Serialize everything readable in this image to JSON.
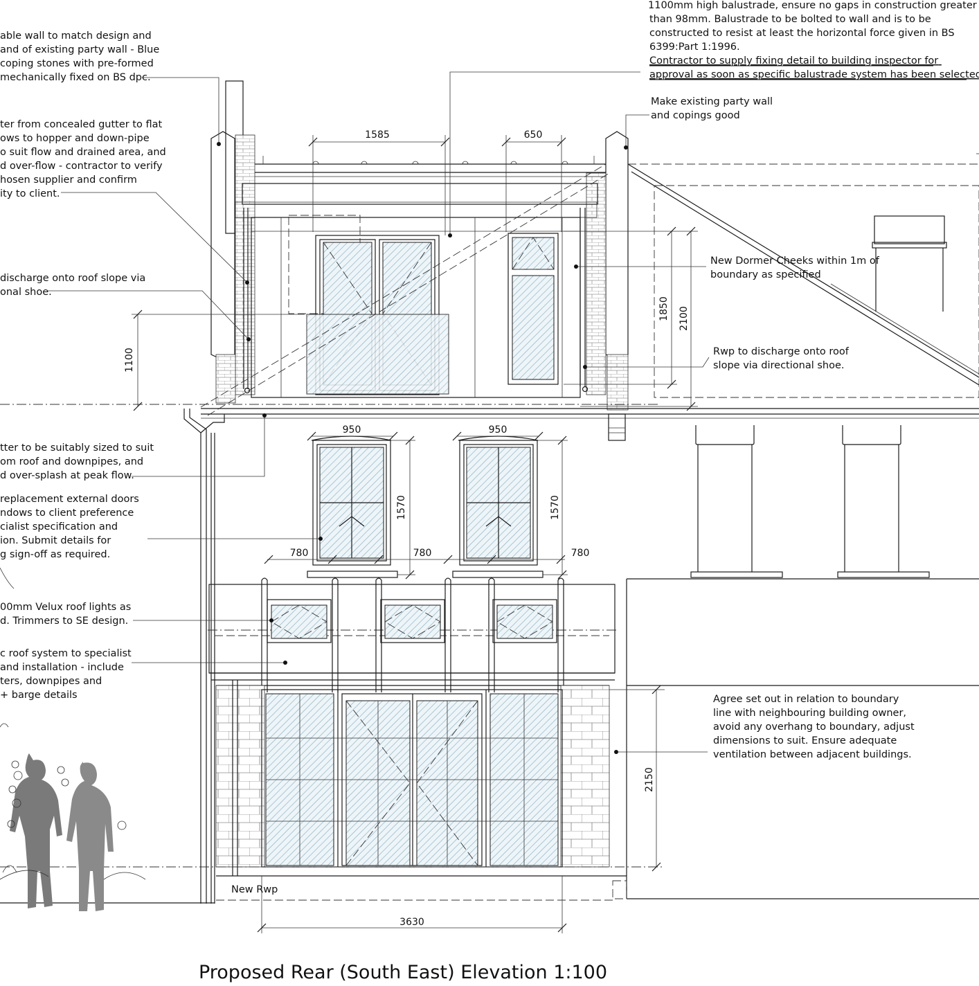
{
  "title": "Proposed Rear (South East) Elevation 1:100",
  "notes": {
    "gable_wall": [
      "able wall to match design and",
      "and of existing party wall - Blue",
      "coping stones with pre-formed",
      "mechanically fixed on BS dpc."
    ],
    "balustrade": [
      "1100mm high balustrade, ensure no gaps in construction greater",
      "than 98mm. Balustrade to be bolted to wall and is to be",
      "constructed to resist at least the horizontal force given in BS",
      "6399:Part 1:1996."
    ],
    "balustrade_contractor": [
      "Contractor to supply fixing detail to building inspector for",
      "approval as soon as specific balustrade system has been selected."
    ],
    "party_wall": [
      "Make existing party wall",
      "and copings good"
    ],
    "gutter_flat": [
      "ter from concealed gutter to flat",
      "ows to hopper and down-pipe",
      "o suit flow and drained area, and",
      "d over-flow - contractor to verify",
      "hosen supplier and confirm",
      "ity to client."
    ],
    "rwp_left": [
      "discharge onto roof slope via",
      "onal shoe."
    ],
    "dormer_cheeks": [
      "New Dormer Cheeks within 1m of",
      "boundary as specified"
    ],
    "rwp_right": [
      "Rwp to discharge onto roof",
      "slope via directional shoe."
    ],
    "gutter_sized": [
      "tter to be suitably sized to suit",
      "om roof and downpipes, and",
      "d over-splash at peak flow."
    ],
    "replacement_doors": [
      "replacement external doors",
      "ndows to client preference",
      "cialist specification and",
      "ion. Submit details for",
      "g sign-off as required."
    ],
    "velux": [
      "00mm Velux roof lights as",
      "d. Trimmers to SE design."
    ],
    "roof_system": [
      "c roof system to specialist",
      "and installation - include",
      "ters, downpipes and",
      "+ barge details"
    ],
    "boundary": [
      "Agree set out in relation to boundary",
      "line with neighbouring building owner,",
      "avoid any overhang to boundary, adjust",
      "dimensions to suit. Ensure adequate",
      "ventilation between adjacent buildings."
    ],
    "new_rwp": "New Rwp"
  },
  "dimensions": {
    "d1585": "1585",
    "d650": "650",
    "d1850": "1850",
    "d2100": "2100",
    "d1100": "1100",
    "d950a": "950",
    "d950b": "950",
    "d1570a": "1570",
    "d1570b": "1570",
    "d780a": "780",
    "d780b": "780",
    "d780c": "780",
    "d2150": "2150",
    "d3630": "3630"
  }
}
